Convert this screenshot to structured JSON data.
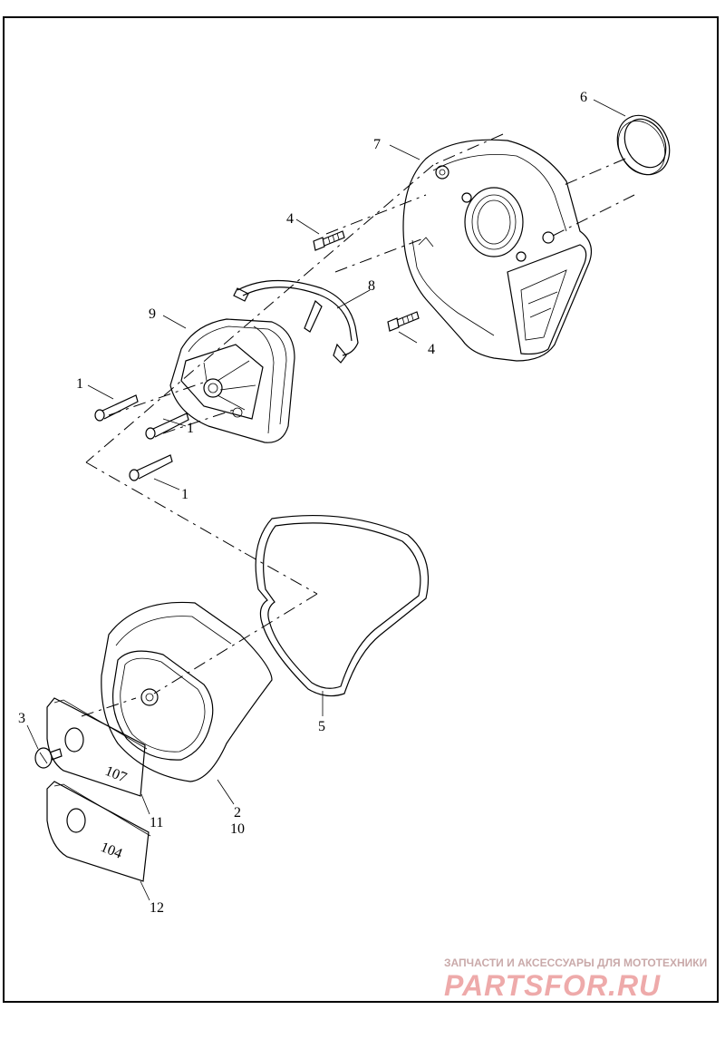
{
  "callouts": {
    "c1a": "1",
    "c1b": "1",
    "c1c": "1",
    "c2": "2",
    "c3": "3",
    "c4a": "4",
    "c4b": "4",
    "c5": "5",
    "c6": "6",
    "c7": "7",
    "c8": "8",
    "c9": "9",
    "c10": "10",
    "c11": "11",
    "c12": "12"
  },
  "badges": {
    "badge_107": "107",
    "badge_104": "104"
  },
  "watermark": {
    "tagline": "ЗАПЧАСТИ И АКСЕССУАРЫ ДЛЯ МОТОТЕХНИКИ",
    "brand": "PARTSFOR.RU"
  }
}
